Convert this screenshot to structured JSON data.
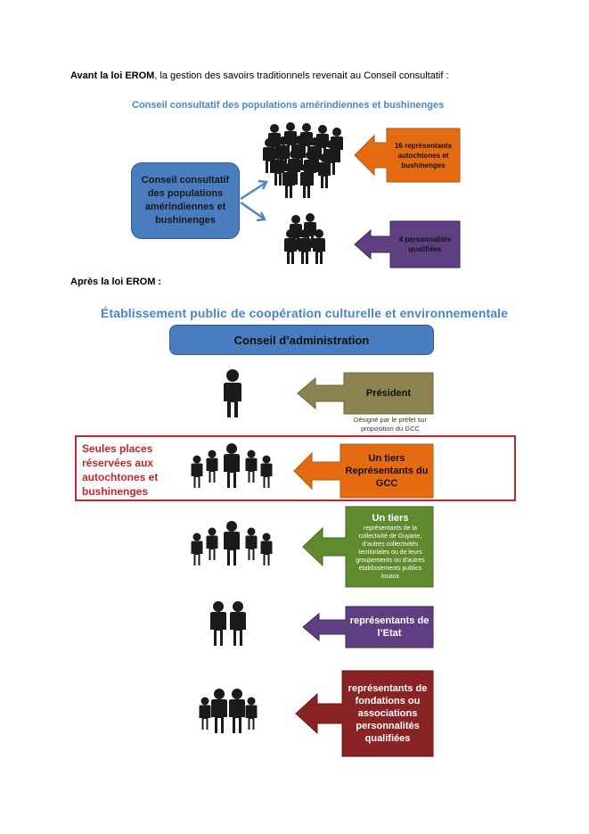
{
  "intro": {
    "bold": "Avant la loi EROM",
    "rest": ", la gestion des savoirs traditionnels revenait au Conseil consultatif :"
  },
  "diagram1": {
    "title": "Conseil consultatif des populations amérindiennes et bushinenges",
    "box": "Conseil consultatif des populations amérindiennes et bushinenges",
    "orange_label": "16 représentants autochtones et bushinenges",
    "purple_label": "4 personnalités qualifiées"
  },
  "after": {
    "text": "Après la loi EROM :"
  },
  "diagram2": {
    "title": "Établissement public de coopération culturelle et environnementale",
    "board": "Conseil d’administration",
    "president": "Président",
    "president_note": "Désigné par le préfet sur proposition du GCC",
    "reserved": "Seules places réservées aux autochtones et bushinenges",
    "gcc_label": "Un tiers Représentants du GCC",
    "green_title": "Un tiers",
    "green_body": "représentants de la collectivité de Guyane, d’autres collectivités territoriales ou de leurs groupements ou d’autres établissements publics locaux",
    "state_label": "représentants de l’Etat",
    "foundations_label": "représentants de fondations ou associations personnalités qualifiées"
  },
  "colors": {
    "blue": "#4a7cc0",
    "orange": "#e56b12",
    "purple": "#5e3f82",
    "olive": "#8c8350",
    "green": "#5f8a2e",
    "darkred": "#8a2424",
    "red_frame": "#c8242b",
    "heading_blue": "#4a86c5"
  },
  "icons": [
    "people-group-icon",
    "person-icon",
    "arrow-left-icon",
    "arrow-right-icon"
  ]
}
